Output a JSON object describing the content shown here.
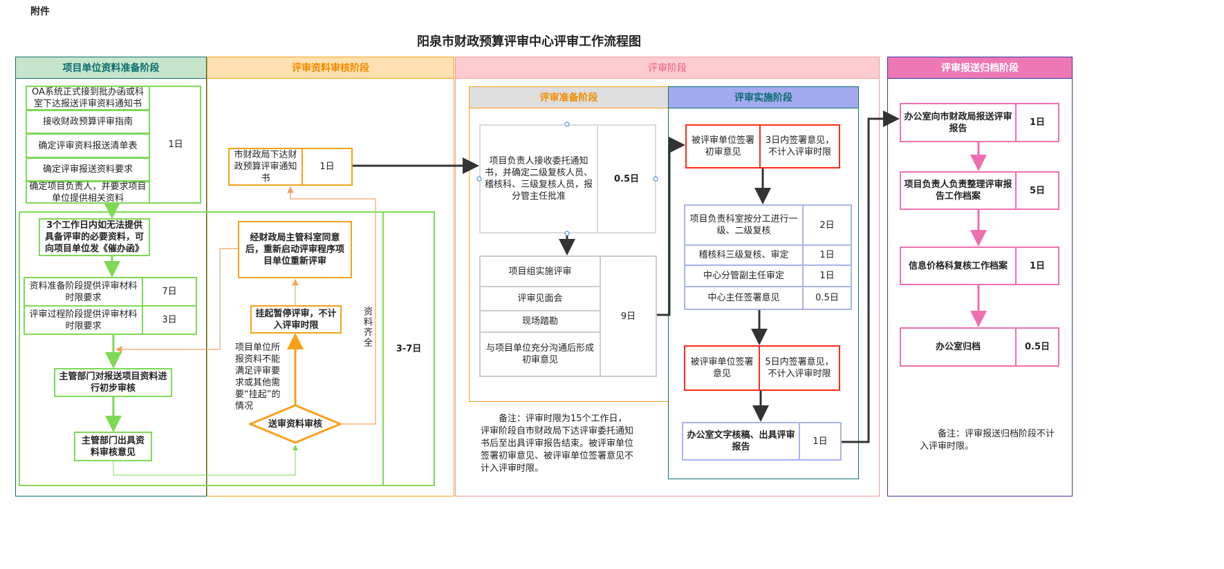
{
  "attachment_label": "附件",
  "title": "阳泉市财政预算评审中心评审工作流程图",
  "lanes": {
    "prep": {
      "title": "项目单位资料准备阶段",
      "steps": [
        "OA系统正式接到批办函或科室下达报送评审资料通知书",
        "接收财政预算评审指南",
        "确定评审资料报送清单表",
        "确定评审报送资料要求",
        "确定项目负责人，并要求项目单位提供相关资料"
      ],
      "steps_days": "1日",
      "urge": "3个工作日内如无法提供具备评审的必要资料，可向项目单位发《催办函》",
      "limits": [
        {
          "label": "资料准备阶段提供评审材料时限要求",
          "days": "7日"
        },
        {
          "label": "评审过程阶段提供评审材料时限要求",
          "days": "3日"
        }
      ],
      "initial_review": "主管部门对报送项目资料进行初步审核",
      "opinion": "主管部门出具资料审核意见",
      "range_days": "3-7日"
    },
    "audit": {
      "title": "评审资料审核阶段",
      "notice": "市财政局下达财政预算评审通知书",
      "notice_days": "1日",
      "restart": "经财政局主管科室同意后，重新启动评审程序项目单位重新评审",
      "suspend": "挂起暂停评审，不计入评审时限",
      "suspend_reason": "项目单位所报资料不能满足评审要求或其他需要“挂起”的情况",
      "complete": "资料齐全",
      "decision": "送审资料审核"
    },
    "review": {
      "title": "评审阶段",
      "prep": {
        "title": "评审准备阶段",
        "receive": "项目负责人接收委托通知书，并确定二级复核人员、稽核科、三级复核人员，报分管主任批准",
        "receive_days": "0.5日",
        "steps": [
          "项目组实施评审",
          "评审见面会",
          "现场踏勘",
          "与项目单位充分沟通后形成初审意见"
        ],
        "steps_days": "9日"
      },
      "impl": {
        "title": "评审实施阶段",
        "sign_initial": "被评审单位签署初审意见",
        "sign_initial_note": "3日内签署意见，不计入评审时限",
        "checks": [
          {
            "label": "项目负责科室按分工进行一级、二级复核",
            "days": "2日"
          },
          {
            "label": "稽核科三级复核、审定",
            "days": "1日"
          },
          {
            "label": "中心分管副主任审定",
            "days": "1日"
          },
          {
            "label": "中心主任签署意见",
            "days": "0.5日"
          }
        ],
        "sign": "被评审单位签署意见",
        "sign_note": "5日内签署意见，不计入评审时限",
        "report": "办公室文字核稿、出具评审报告",
        "report_days": "1日"
      },
      "note": "备注：评审时限为15个工作日，评审阶段自市财政局下达评审委托通知书后至出具评审报告结束。被评审单位签署初审意见、被评审单位签署意见不计入评审时限。"
    },
    "archive": {
      "title": "评审报送归档阶段",
      "steps": [
        {
          "label": "办公室向市财政局报送评审报告",
          "days": "1日"
        },
        {
          "label": "项目负责人负责整理评审报告工作档案",
          "days": "5日"
        },
        {
          "label": "信息价格科复核工作档案",
          "days": "1日"
        },
        {
          "label": "办公室归档",
          "days": "0.5日"
        }
      ],
      "note": "备注：评审报送归档阶段不计入评审时限。"
    }
  },
  "colors": {
    "green": "#7ed957",
    "orange": "#f7a11a",
    "red": "#ff2a1a",
    "blue": "#a9b2ee",
    "pink": "#ee6fb0",
    "grey": "#cccccc"
  }
}
